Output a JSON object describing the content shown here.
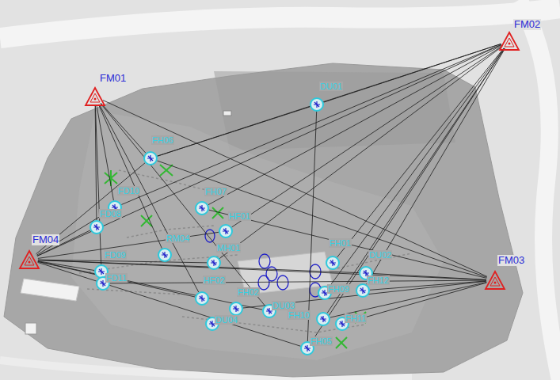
{
  "diagram": {
    "nodes": [
      {
        "text": [
          "FM02"
        ]
      },
      {
        "text": [
          "FM01"
        ]
      },
      {
        "text": [
          "DU01"
        ]
      },
      {
        "text": [
          "FH06"
        ]
      },
      {
        "text": [
          "FD10"
        ]
      },
      {
        "text": [
          "FH07"
        ]
      },
      {
        "text": [
          "FD08"
        ]
      },
      {
        "text": [
          "HF01"
        ]
      },
      {
        "text": [
          "RM04"
        ]
      },
      {
        "text": [
          "MH01"
        ]
      },
      {
        "text": [
          "FM04"
        ]
      },
      {
        "text": [
          "FD09"
        ]
      },
      {
        "text": [
          "DU02"
        ]
      },
      {
        "text": [
          "FH01"
        ]
      },
      {
        "text": [
          "FH12"
        ]
      },
      {
        "text": [
          "FM03"
        ]
      },
      {
        "text": [
          "FD11"
        ]
      },
      {
        "text": [
          "HF02"
        ]
      },
      {
        "text": [
          "FH02"
        ]
      },
      {
        "text": [
          "DU03"
        ]
      },
      {
        "text": [
          "FH09"
        ]
      },
      {
        "text": [
          "FH10"
        ]
      },
      {
        "text": [
          "FH11"
        ]
      },
      {
        "text": [
          "DU04"
        ]
      },
      {
        "text": [
          "FH05"
        ]
      }
    ],
    "edges": [
      {
        "from": 1,
        "to": 3,
        "arrow": "none"
      },
      {
        "from": 1,
        "to": 4,
        "arrow": "none"
      },
      {
        "from": 1,
        "to": 6,
        "arrow": "none"
      },
      {
        "from": 1,
        "to": 8,
        "arrow": "none"
      },
      {
        "from": 1,
        "to": 11,
        "arrow": "none"
      },
      {
        "from": 1,
        "to": 17,
        "arrow": "none"
      },
      {
        "from": 1,
        "to": 19,
        "arrow": "none"
      },
      {
        "from": 1,
        "to": 15,
        "arrow": "none"
      },
      {
        "from": 0,
        "to": 2,
        "arrow": "none"
      },
      {
        "from": 0,
        "to": 3,
        "arrow": "none"
      },
      {
        "from": 0,
        "to": 5,
        "arrow": "none"
      },
      {
        "from": 0,
        "to": 7,
        "arrow": "none"
      },
      {
        "from": 0,
        "to": 9,
        "arrow": "none"
      },
      {
        "from": 0,
        "to": 4,
        "arrow": "none"
      },
      {
        "from": 0,
        "to": 13,
        "arrow": "none"
      },
      {
        "from": 0,
        "to": 14,
        "arrow": "none"
      },
      {
        "from": 0,
        "to": 20,
        "arrow": "none"
      },
      {
        "from": 0,
        "to": 21,
        "arrow": "none"
      },
      {
        "from": 0,
        "to": 10,
        "arrow": "none"
      },
      {
        "from": 0,
        "to": 24,
        "arrow": "none"
      },
      {
        "from": 15,
        "to": 14,
        "arrow": "none"
      },
      {
        "from": 15,
        "to": 12,
        "arrow": "none"
      },
      {
        "from": 15,
        "to": 22,
        "arrow": "none"
      },
      {
        "from": 15,
        "to": 21,
        "arrow": "none"
      },
      {
        "from": 15,
        "to": 5,
        "arrow": "none"
      },
      {
        "from": 15,
        "to": 3,
        "arrow": "none"
      },
      {
        "from": 15,
        "to": 16,
        "arrow": "none"
      },
      {
        "from": 15,
        "to": 10,
        "arrow": "none"
      },
      {
        "from": 15,
        "to": 18,
        "arrow": "none"
      },
      {
        "from": 10,
        "to": 6,
        "arrow": "none"
      },
      {
        "from": 10,
        "to": 4,
        "arrow": "none"
      },
      {
        "from": 10,
        "to": 3,
        "arrow": "none"
      },
      {
        "from": 10,
        "to": 7,
        "arrow": "none"
      },
      {
        "from": 10,
        "to": 9,
        "arrow": "none"
      },
      {
        "from": 10,
        "to": 17,
        "arrow": "none"
      },
      {
        "from": 10,
        "to": 19,
        "arrow": "none"
      },
      {
        "from": 10,
        "to": 24,
        "arrow": "none"
      },
      {
        "from": 10,
        "to": 12,
        "arrow": "none"
      },
      {
        "from": 10,
        "to": 11,
        "arrow": "none"
      },
      {
        "from": 2,
        "to": 24,
        "arrow": "none"
      },
      {
        "from": 2,
        "to": 3,
        "arrow": "none"
      }
    ]
  }
}
